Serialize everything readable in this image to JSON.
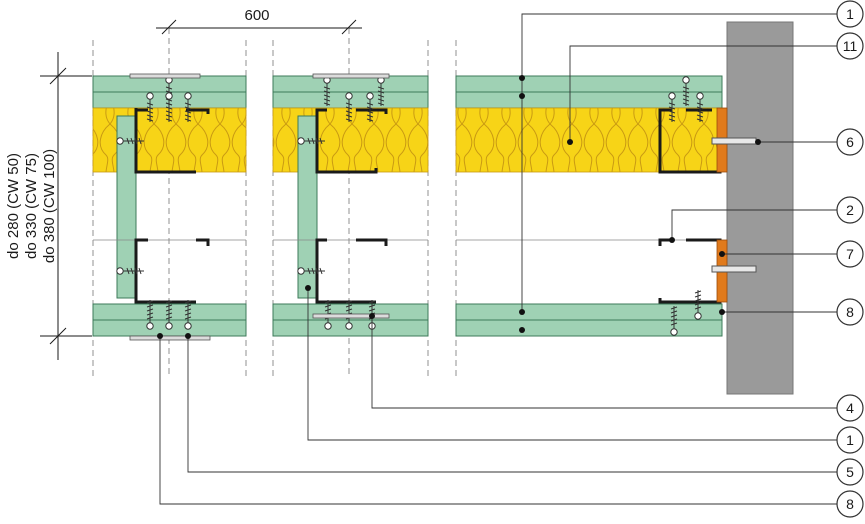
{
  "dimension_label": "600",
  "height_labels": [
    "do 280 (CW 50)",
    "do 330 (CW 75)",
    "do 380 (CW 100)"
  ],
  "callouts": [
    {
      "id": "c1-top",
      "label": "1"
    },
    {
      "id": "c11",
      "label": "11"
    },
    {
      "id": "c6",
      "label": "6"
    },
    {
      "id": "c2",
      "label": "2"
    },
    {
      "id": "c7",
      "label": "7"
    },
    {
      "id": "c8-right",
      "label": "8"
    },
    {
      "id": "c4",
      "label": "4"
    },
    {
      "id": "c1-bottom",
      "label": "1"
    },
    {
      "id": "c5",
      "label": "5"
    },
    {
      "id": "c8-bottom",
      "label": "8"
    }
  ],
  "colors": {
    "board": "#9fd1b4",
    "board_edge": "#3c7a5a",
    "insulation": "#f7d417",
    "insulation_line": "#c99a12",
    "wall": "#9a9a9a",
    "profile": "#1a1a1a",
    "dowel": "#e07a1c"
  },
  "icons": [
    "screw-icon",
    "dowel-icon",
    "callout-circle-icon"
  ]
}
